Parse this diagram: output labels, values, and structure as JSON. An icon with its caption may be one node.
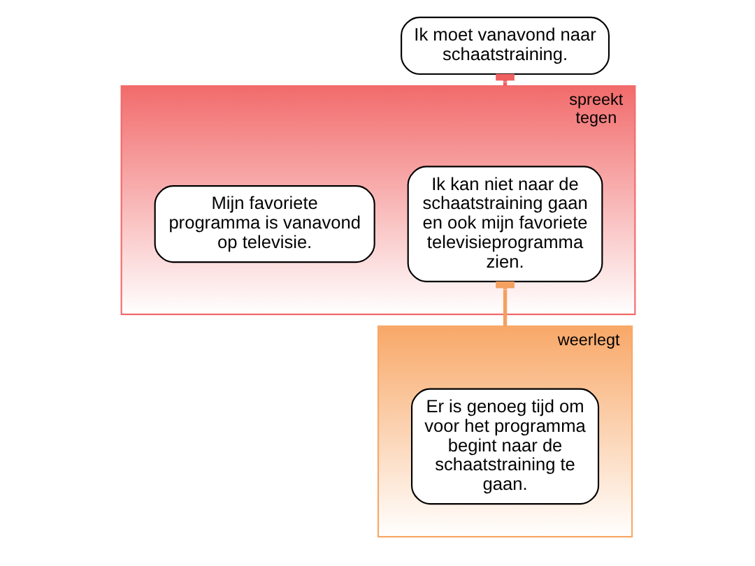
{
  "diagram": {
    "nodes": [
      {
        "text": [
          "Ik moet vanavond naar schaatstraining."
        ]
      },
      {
        "text": [
          "spreekt tegen"
        ]
      },
      {
        "text": [
          "Mijn favoriete programma is vanavond op televisie."
        ],
        "in": 1
      },
      {
        "text": [
          "Ik kan niet naar de schaatstraining gaan en ook mijn favoriete televisieprogramma zien."
        ],
        "in": 1
      },
      {
        "text": [
          "weerlegt"
        ]
      },
      {
        "text": [
          "Er is genoeg tijd om voor het programma begint naar de schaatstraining te gaan."
        ],
        "in": 4
      }
    ],
    "edges": [
      {
        "from": 1,
        "to": 0,
        "arrow": "other",
        "color": "#f06060"
      },
      {
        "from": 4,
        "to": 3,
        "arrow": "other",
        "color": "#f5a060"
      }
    ]
  }
}
